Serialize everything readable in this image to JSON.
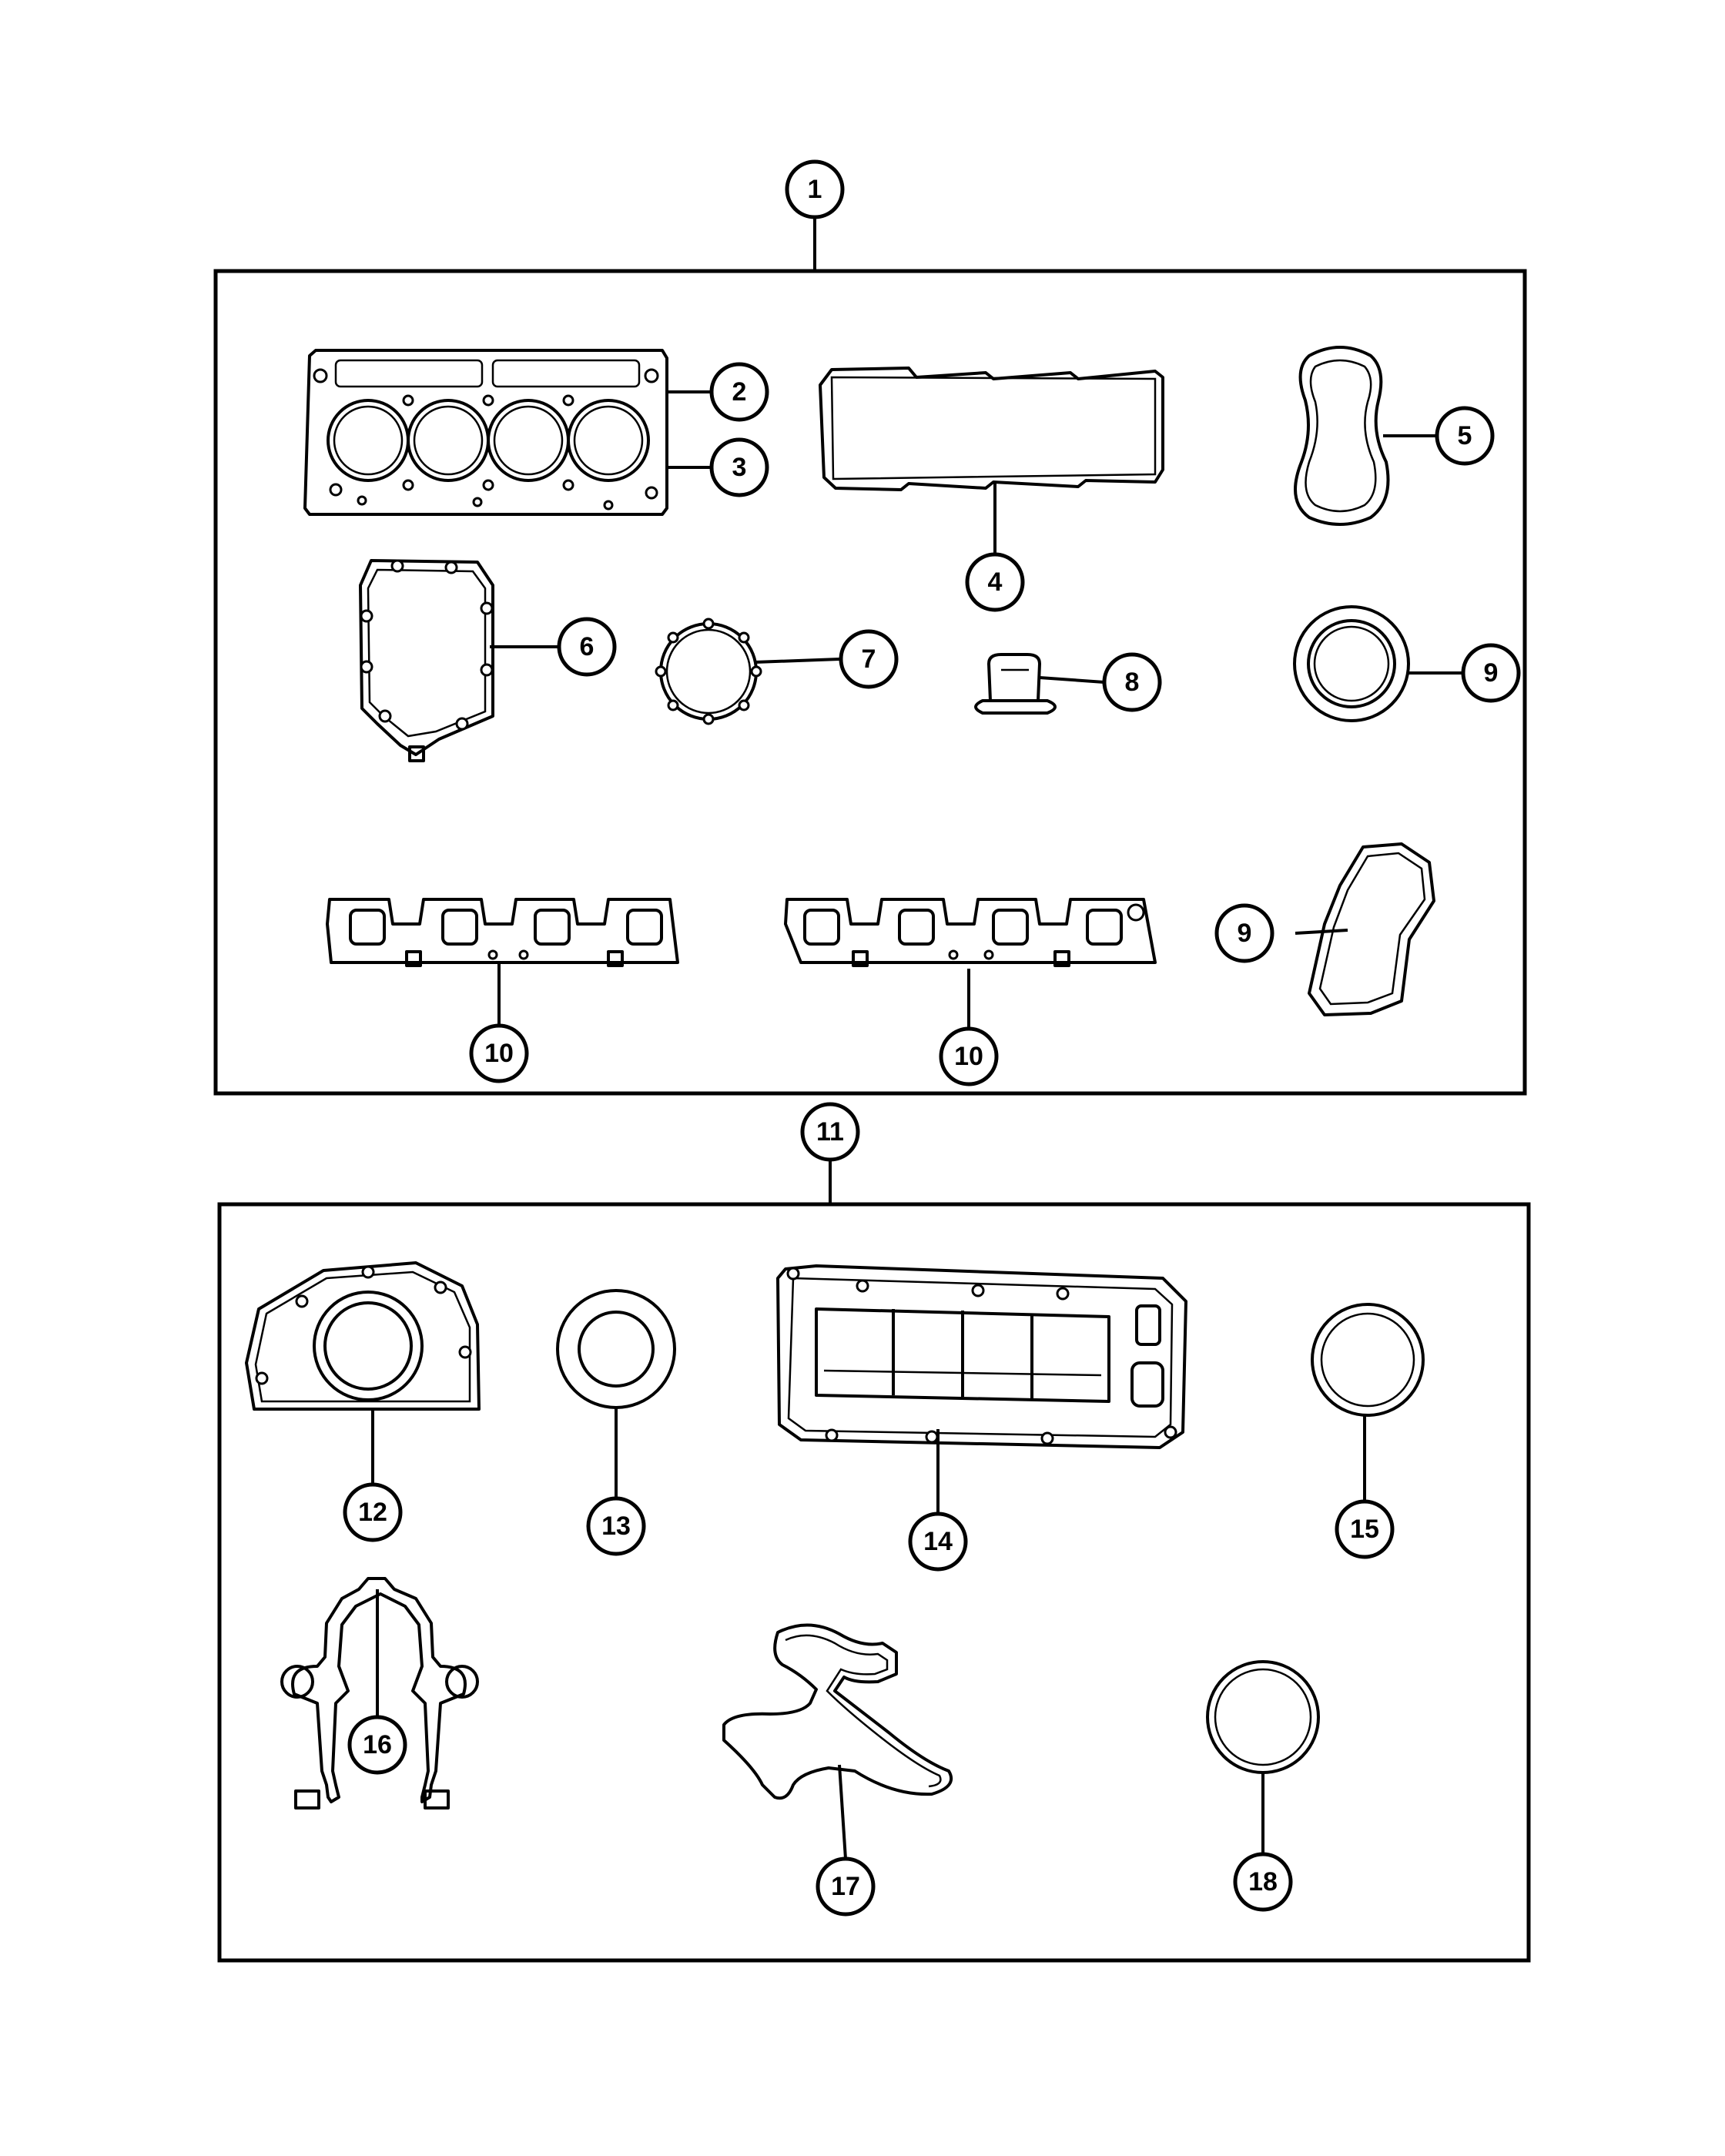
{
  "callouts": {
    "c1": "1",
    "c2": "2",
    "c3": "3",
    "c4": "4",
    "c5": "5",
    "c6": "6",
    "c7": "7",
    "c8": "8",
    "c9a": "9",
    "c9b": "9",
    "c10a": "10",
    "c10b": "10",
    "c11": "11",
    "c12": "12",
    "c13": "13",
    "c14": "14",
    "c15": "15",
    "c16": "16",
    "c17": "17",
    "c18": "18"
  }
}
